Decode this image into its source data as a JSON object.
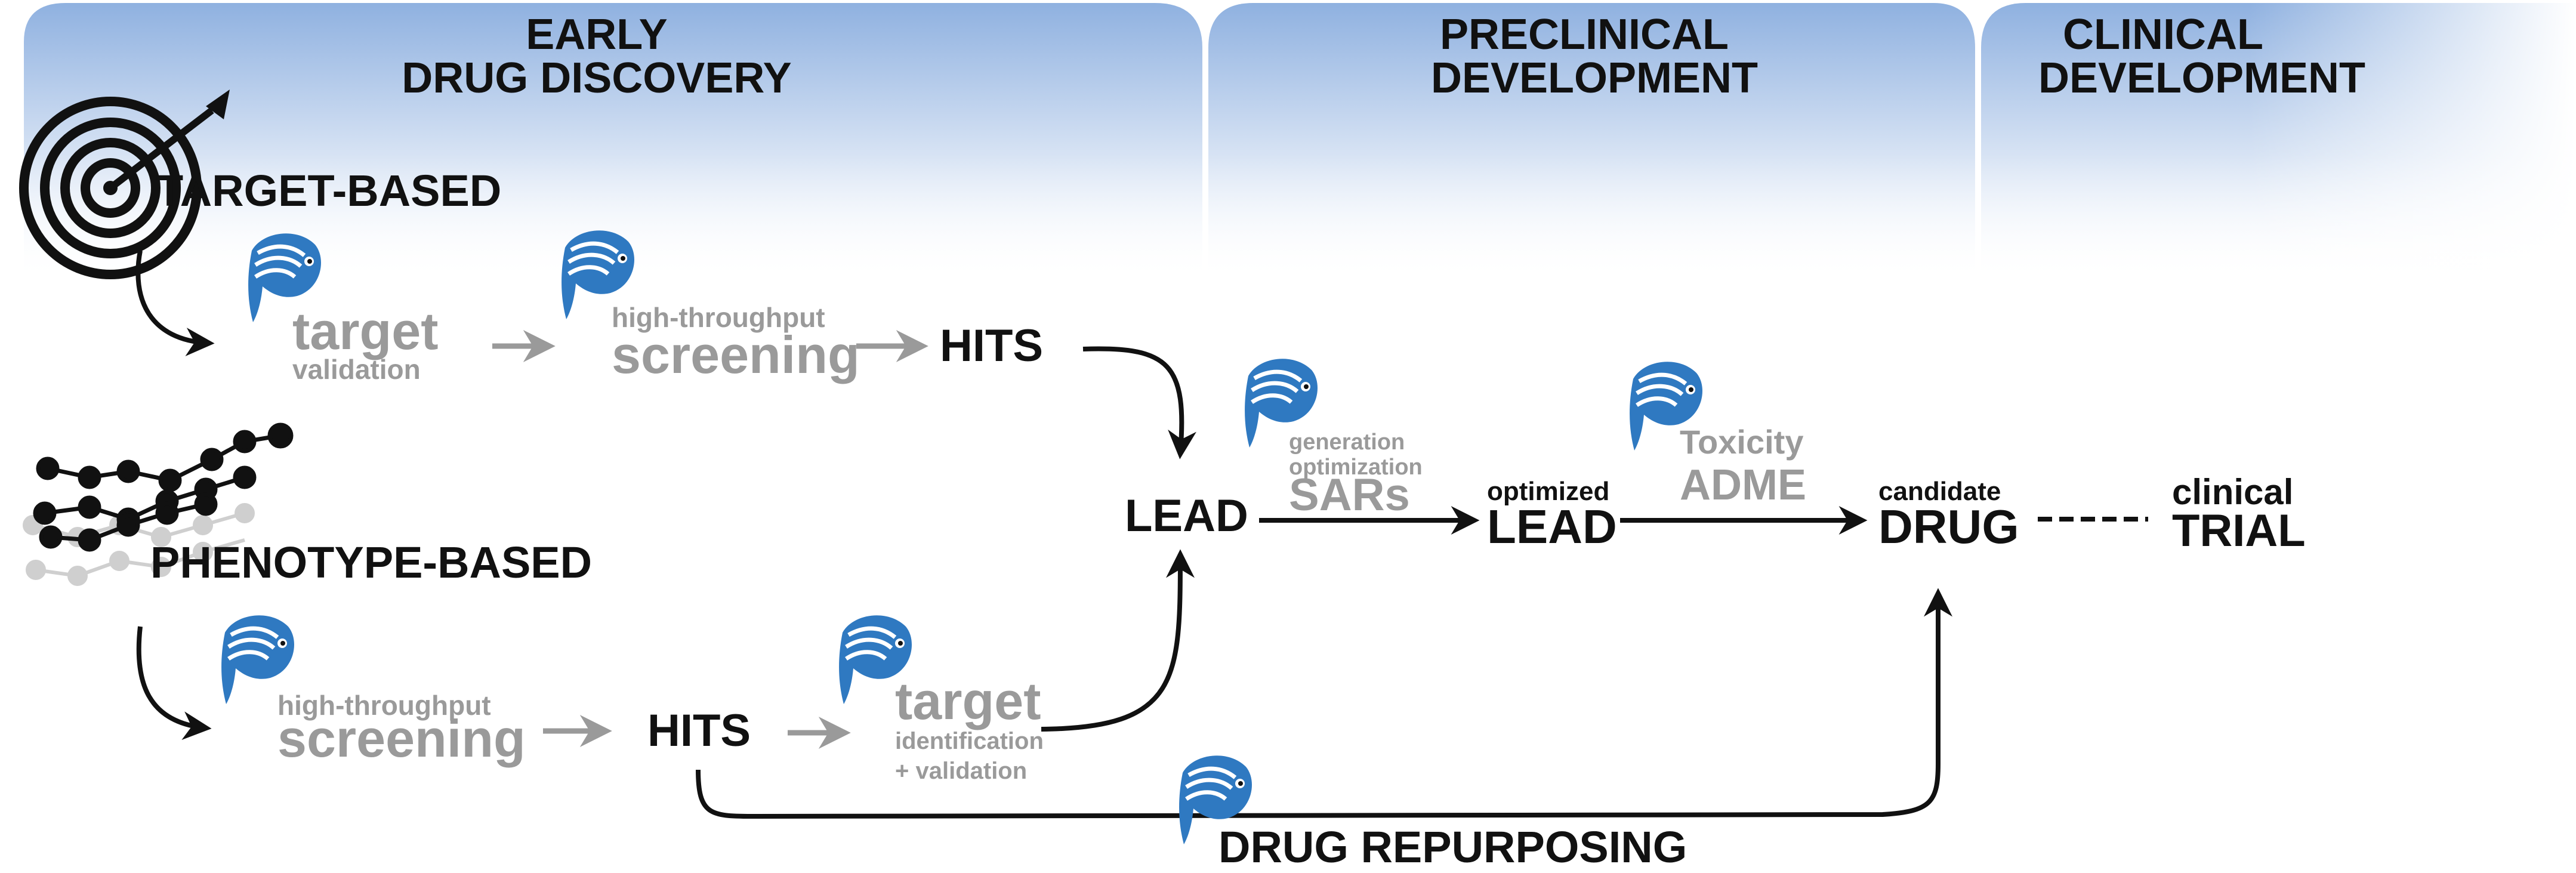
{
  "colors": {
    "phase_gradient_top": "#8fb1e0",
    "phase_gradient_bottom": "#ffffff",
    "fish_blue": "#2f79c1",
    "step_gray": "#9a9a9a",
    "text_dark": "#111111"
  },
  "icons": {
    "step_icon": "fish-icon",
    "target_based": "target-dart-icon",
    "phenotype_based": "network-graph-icon"
  },
  "phases": [
    {
      "line1": "EARLY",
      "line2": "DRUG DISCOVERY"
    },
    {
      "line1": "PRECLINICAL",
      "line2": "DEVELOPMENT"
    },
    {
      "line1": "CLINICAL",
      "line2": "DEVELOPMENT"
    }
  ],
  "target_based": {
    "title": "TARGET-BASED",
    "validation_main": "target",
    "validation_sub": "validation",
    "hts_sub": "high-throughput",
    "hts_main": "screening",
    "hits": "HITS"
  },
  "phenotype_based": {
    "title": "PHENOTYPE-BASED",
    "hts_sub": "high-throughput",
    "hts_main": "screening",
    "hits": "HITS",
    "target_main": "target",
    "target_sub1": "identification",
    "target_sub2": "+ validation"
  },
  "lead": "LEAD",
  "sar": {
    "line1": "generation",
    "line2": "optimization",
    "main": "SARs"
  },
  "optimized_lead": {
    "small": "optimized",
    "main": "LEAD"
  },
  "toxicity": {
    "line1": "Toxicity",
    "line2": "ADME"
  },
  "candidate_drug": {
    "small": "candidate",
    "main": "DRUG"
  },
  "clinical_trial": {
    "small": "clinical",
    "main": "TRIAL"
  },
  "repurposing": "DRUG REPURPOSING"
}
